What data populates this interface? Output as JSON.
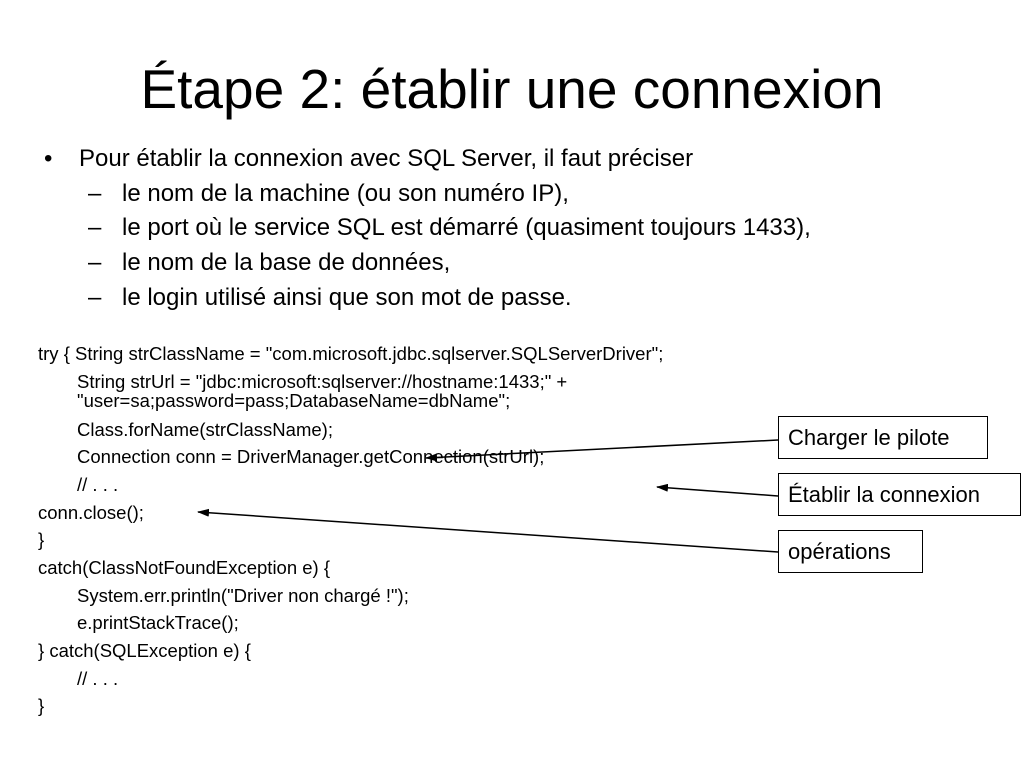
{
  "slide": {
    "title": "Étape 2: établir une connexion",
    "bullet": {
      "glyph": "•",
      "text": "Pour établir la connexion avec SQL Server, il faut préciser"
    },
    "subbullets": [
      {
        "glyph": "–",
        "text": "le nom de la machine (ou son numéro IP),"
      },
      {
        "glyph": "–",
        "text": "le port où le service SQL est démarré (quasiment toujours 1433),"
      },
      {
        "glyph": "–",
        "text": "le nom de la base de données,"
      },
      {
        "glyph": "–",
        "text": "le login utilisé ainsi que son mot de passe."
      }
    ],
    "code": [
      "try { String strClassName = \"com.microsoft.jdbc.sqlserver.SQLServerDriver\";",
      "String strUrl = \"jdbc:microsoft:sqlserver://hostname:1433;\" +",
      "\"user=sa;password=pass;DatabaseName=dbName\";",
      "Class.forName(strClassName);",
      "Connection conn = DriverManager.getConnection(strUrl);",
      "// . . .",
      "conn.close();",
      "}",
      "catch(ClassNotFoundException e) {",
      "System.err.println(\"Driver non chargé !\");",
      "e.printStackTrace();",
      "} catch(SQLException e) {",
      "// . . .",
      "}"
    ],
    "callouts": {
      "charger": "Charger le pilote",
      "etablir": "Établir la connexion",
      "operations": "opérations"
    }
  }
}
